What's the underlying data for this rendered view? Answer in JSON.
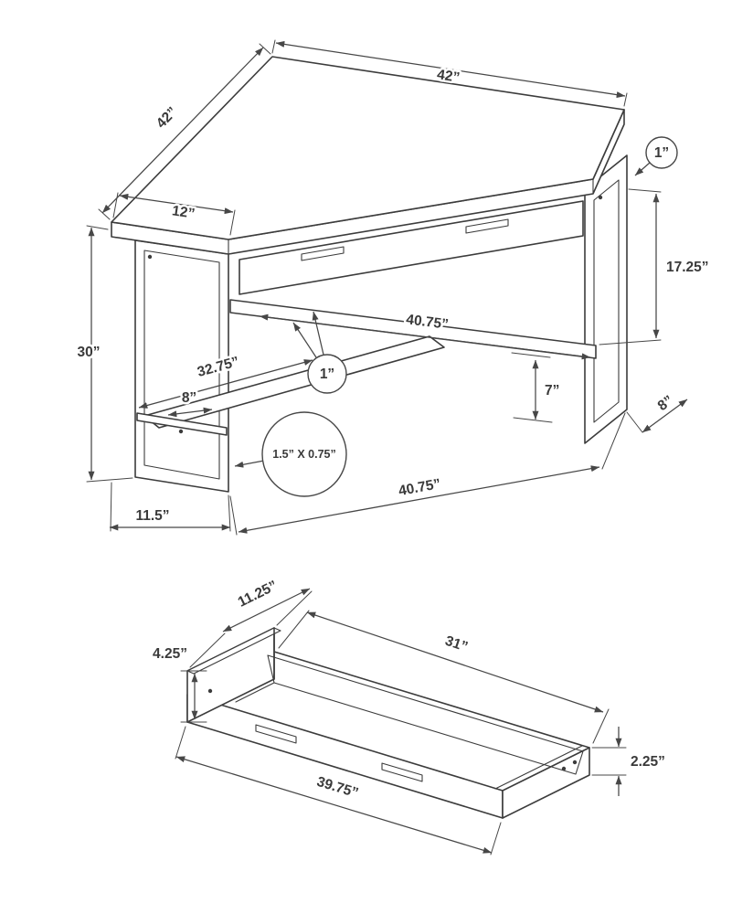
{
  "desk": {
    "dims": {
      "top_edge": "42”",
      "left_edge": "42”",
      "side_edge": "12”",
      "leg_inner_height": "17.25”",
      "height": "30”",
      "shelf_span": "40.75”",
      "shelf_length": "32.75”",
      "shelf_depth": "8”",
      "clearance": "7”",
      "leg_depth": "8”",
      "front_width": "40.75”",
      "leg_width": "11.5”"
    },
    "callouts": {
      "tube_top": "1”",
      "tube_mid": "1”",
      "tube_size": "1.5” X 0.75”"
    }
  },
  "drawer": {
    "dims": {
      "front_height": "4.25”",
      "width_top": "11.25”",
      "inner_length": "31”",
      "side_height": "2.25”",
      "length": "39.75”"
    }
  },
  "colors": {
    "line": "#3c3c3c",
    "background": "#ffffff"
  }
}
